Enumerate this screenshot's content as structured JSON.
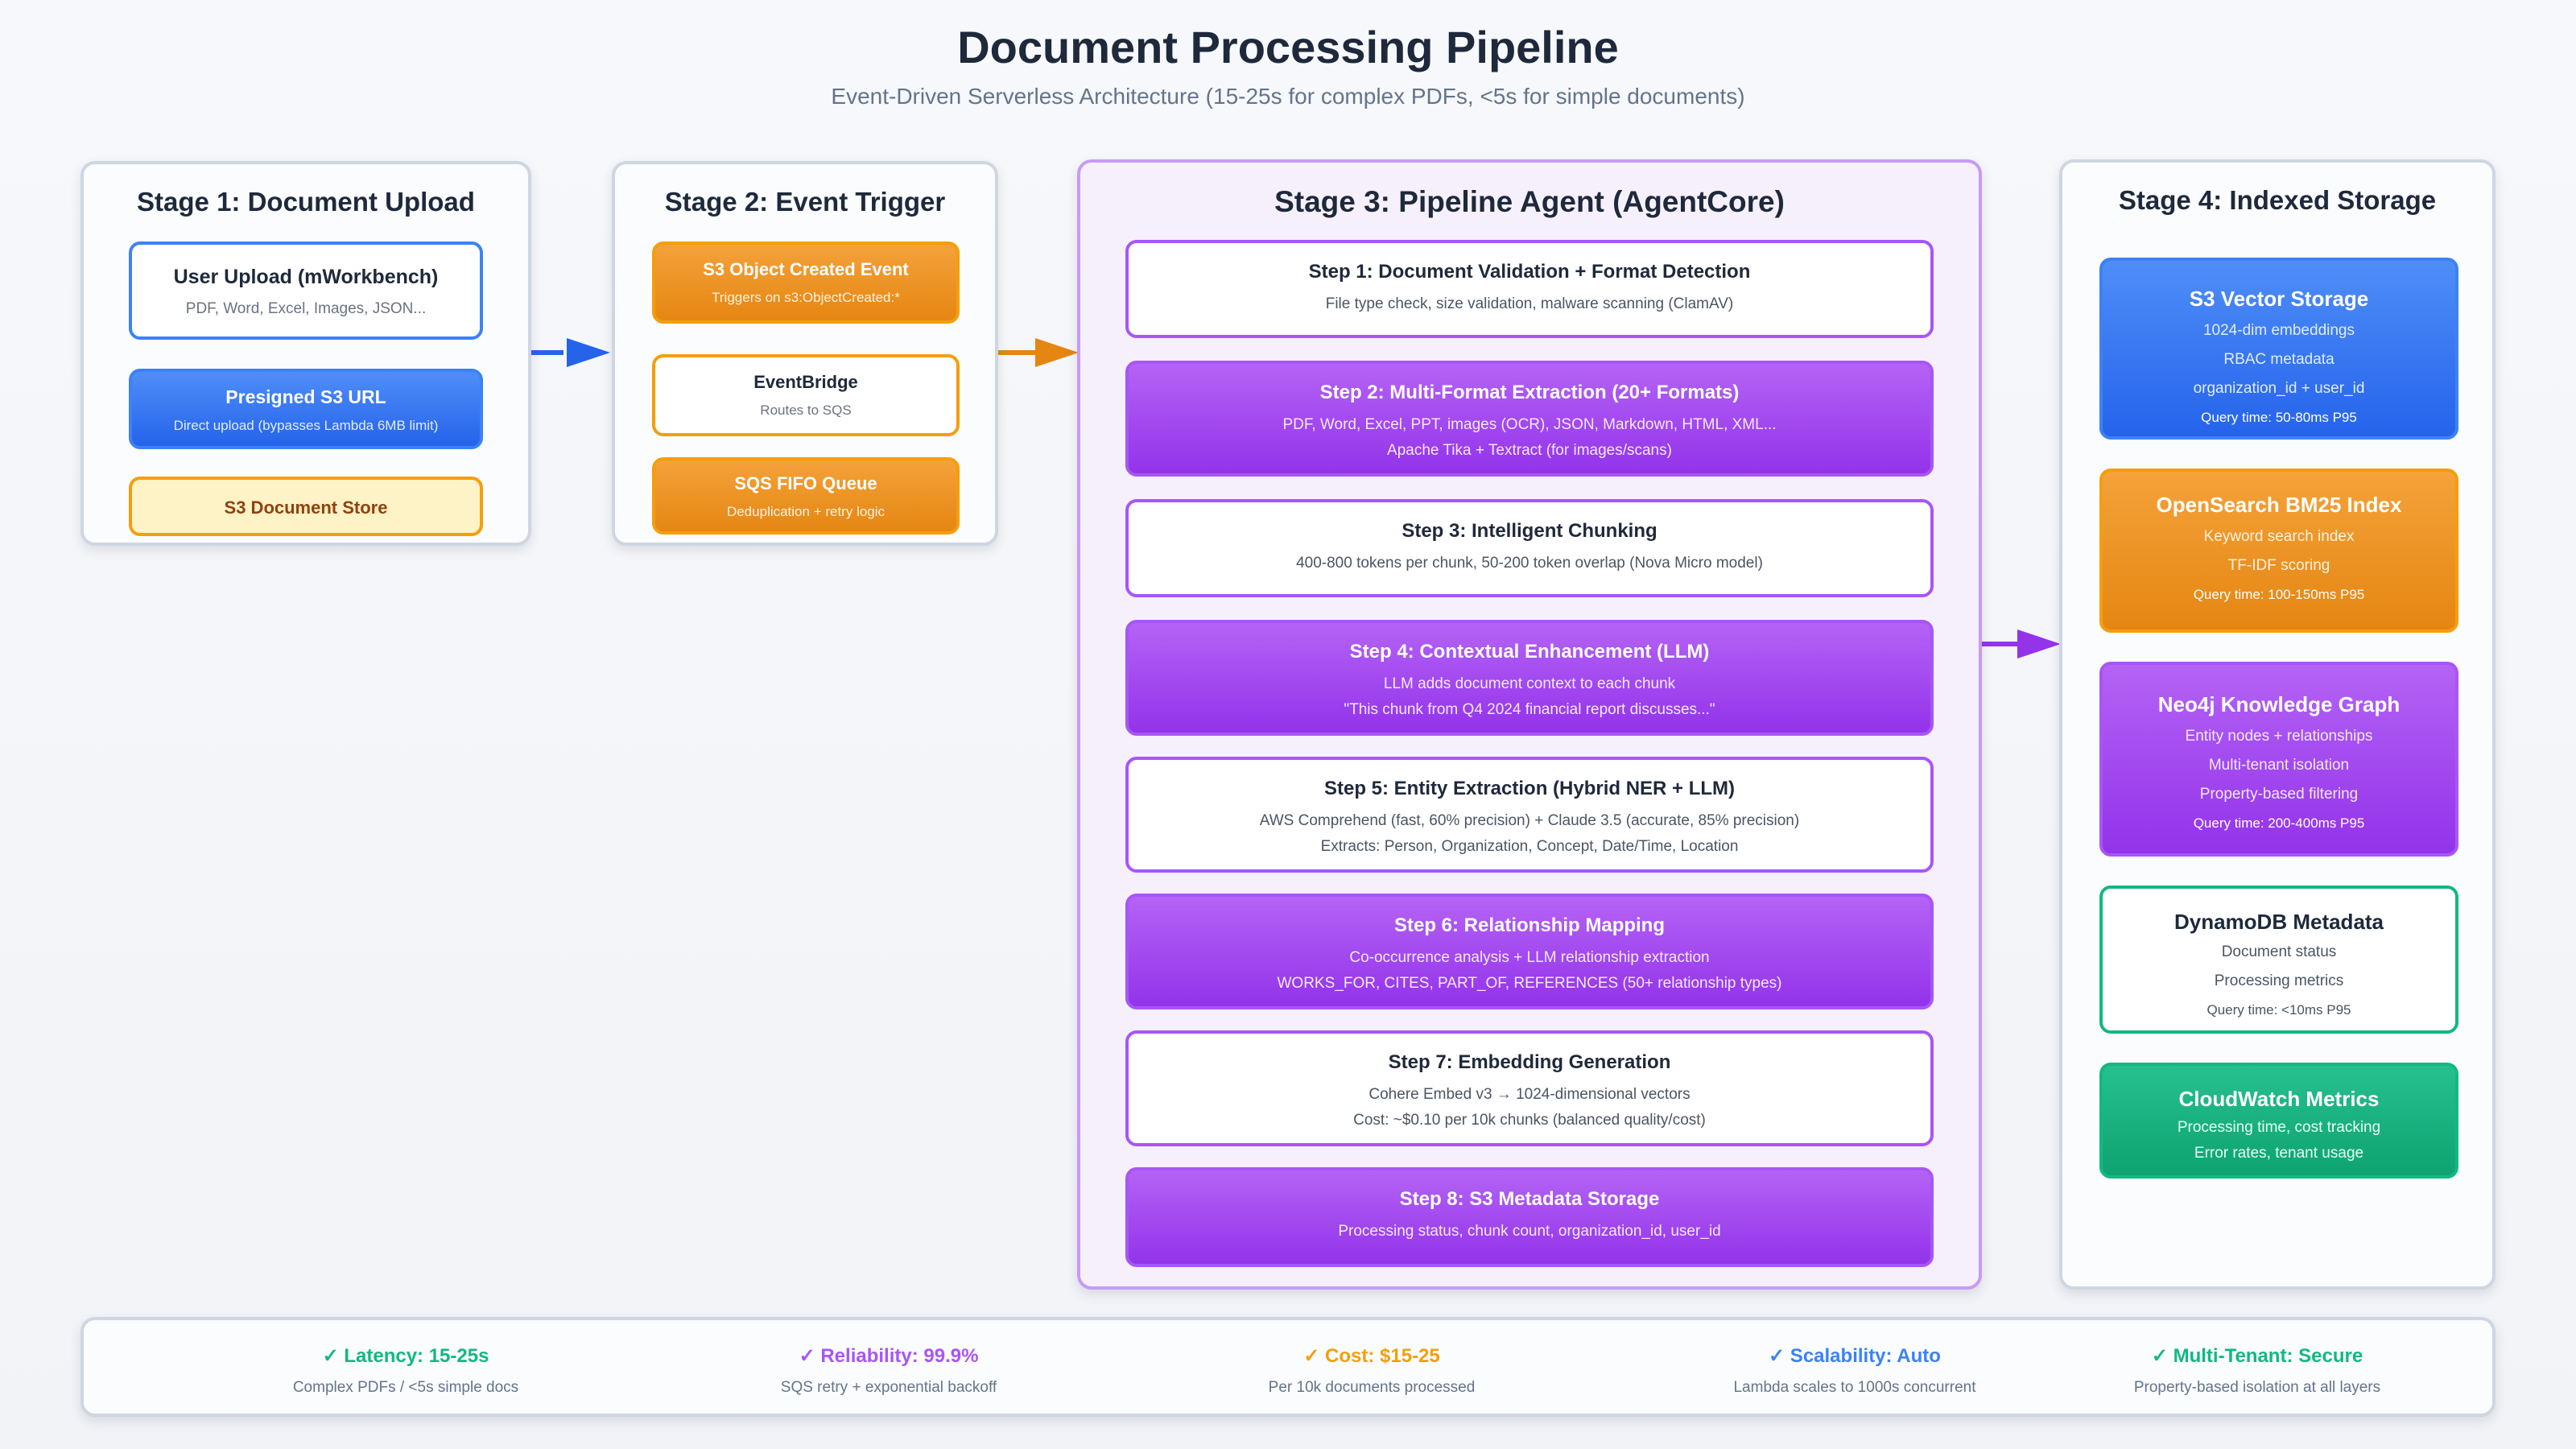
{
  "header": {
    "title": "Document Processing Pipeline",
    "subtitle": "Event-Driven Serverless Architecture (15-25s for complex PDFs, <5s for simple documents)"
  },
  "stage1": {
    "title": "Stage 1: Document Upload",
    "upload": {
      "title": "User Upload (mWorkbench)",
      "desc": "PDF, Word, Excel, Images, JSON..."
    },
    "presigned": {
      "title": "Presigned S3 URL",
      "desc": "Direct upload (bypasses Lambda 6MB limit)"
    },
    "store": {
      "title": "S3 Document Store"
    }
  },
  "stage2": {
    "title": "Stage 2: Event Trigger",
    "event": {
      "title": "S3 Object Created Event",
      "desc": "Triggers on s3:ObjectCreated:*"
    },
    "bridge": {
      "title": "EventBridge",
      "desc": "Routes to SQS"
    },
    "sqs": {
      "title": "SQS FIFO Queue",
      "desc": "Deduplication + retry logic"
    }
  },
  "stage3": {
    "title": "Stage 3: Pipeline Agent (AgentCore)",
    "steps": [
      {
        "title": "Step 1: Document Validation + Format Detection",
        "lines": [
          "File type check, size validation, malware scanning (ClamAV)"
        ]
      },
      {
        "title": "Step 2: Multi-Format Extraction (20+ Formats)",
        "lines": [
          "PDF, Word, Excel, PPT, images (OCR), JSON, Markdown, HTML, XML...",
          "Apache Tika + Textract (for images/scans)"
        ]
      },
      {
        "title": "Step 3: Intelligent Chunking",
        "lines": [
          "400-800 tokens per chunk, 50-200 token overlap (Nova Micro model)"
        ]
      },
      {
        "title": "Step 4: Contextual Enhancement (LLM)",
        "lines": [
          "LLM adds document context to each chunk",
          "\"This chunk from Q4 2024 financial report discusses...\""
        ]
      },
      {
        "title": "Step 5: Entity Extraction (Hybrid NER + LLM)",
        "lines": [
          "AWS Comprehend (fast, 60% precision) + Claude 3.5 (accurate, 85% precision)",
          "Extracts: Person, Organization, Concept, Date/Time, Location"
        ]
      },
      {
        "title": "Step 6: Relationship Mapping",
        "lines": [
          "Co-occurrence analysis + LLM relationship extraction",
          "WORKS_FOR, CITES, PART_OF, REFERENCES (50+ relationship types)"
        ]
      },
      {
        "title": "Step 7: Embedding Generation",
        "lines": [
          "Cohere Embed v3 → 1024-dimensional vectors",
          "Cost: ~$0.10 per 10k chunks (balanced quality/cost)"
        ]
      },
      {
        "title": "Step 8: S3 Metadata Storage",
        "lines": [
          "Processing status, chunk count, organization_id, user_id"
        ]
      }
    ]
  },
  "stage4": {
    "title": "Stage 4: Indexed Storage",
    "vector": {
      "title": "S3 Vector Storage",
      "lines": [
        "1024-dim embeddings",
        "RBAC metadata",
        "organization_id + user_id"
      ],
      "query": "Query time: 50-80ms P95"
    },
    "opensearch": {
      "title": "OpenSearch BM25 Index",
      "lines": [
        "Keyword search index",
        "TF-IDF scoring"
      ],
      "query": "Query time: 100-150ms P95"
    },
    "neo4j": {
      "title": "Neo4j Knowledge Graph",
      "lines": [
        "Entity nodes + relationships",
        "Multi-tenant isolation",
        "Property-based filtering"
      ],
      "query": "Query time: 200-400ms P95"
    },
    "dynamo": {
      "title": "DynamoDB Metadata",
      "lines": [
        "Document status",
        "Processing metrics"
      ],
      "query": "Query time: <10ms P95"
    },
    "cloudwatch": {
      "title": "CloudWatch Metrics",
      "lines": [
        "Processing time, cost tracking",
        "Error rates, tenant usage"
      ]
    }
  },
  "summary": [
    {
      "title": "✓ Latency: 15-25s",
      "desc": "Complex PDFs / <5s simple docs",
      "color": "#10b981"
    },
    {
      "title": "✓ Reliability: 99.9%",
      "desc": "SQS retry + exponential backoff",
      "color": "#a855f7"
    },
    {
      "title": "✓ Cost: $15-25",
      "desc": "Per 10k documents processed",
      "color": "#f59e0b"
    },
    {
      "title": "✓ Scalability: Auto",
      "desc": "Lambda scales to 1000s concurrent",
      "color": "#3b82f6"
    },
    {
      "title": "✓ Multi-Tenant: Secure",
      "desc": "Property-based isolation at all layers",
      "color": "#10b981"
    }
  ],
  "colors": {
    "blue": "#3b82f6",
    "orange": "#f59e0b",
    "purple": "#a855f7",
    "green": "#10b981"
  }
}
